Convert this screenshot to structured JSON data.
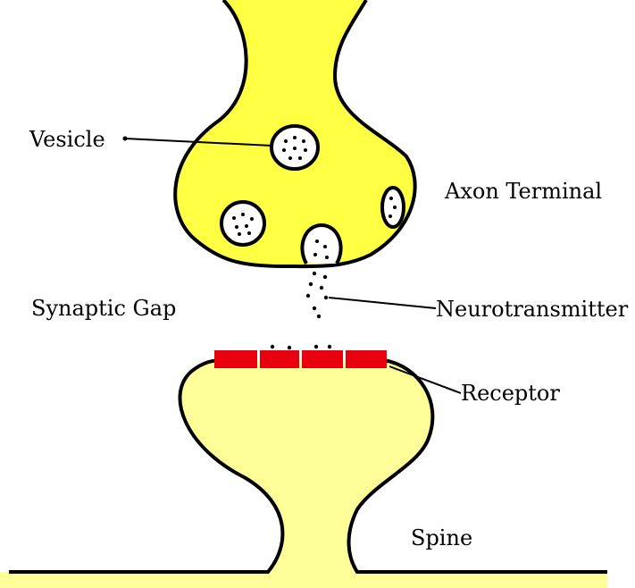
{
  "labels": {
    "vesicle": "Vesicle",
    "axon_terminal": "Axon Terminal",
    "synaptic_gap": "Synaptic Gap",
    "neurotransmitter": "Neurotransmitter",
    "receptor": "Receptor",
    "spine": "Spine"
  },
  "colors": {
    "axon_fill": "#ffff44",
    "spine_fill": "#ffff99",
    "receptor": "#e8000e",
    "outline": "#000000",
    "vesicle_fill": "#ffffff"
  }
}
